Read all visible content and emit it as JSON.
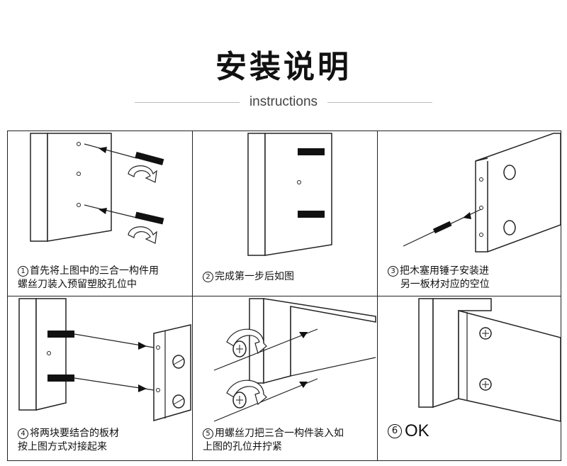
{
  "header": {
    "title": "安装说明",
    "subtitle": "instructions"
  },
  "steps": [
    {
      "number": "1",
      "line1": "首先将上图中的三合一构件用",
      "line2": "螺丝刀装入预留塑胶孔位中"
    },
    {
      "number": "2",
      "line1": "完成第一步后如图",
      "line2": ""
    },
    {
      "number": "3",
      "line1": "把木塞用锤子安装进",
      "line2": "另一板材对应的空位"
    },
    {
      "number": "4",
      "line1": "将两块要结合的板材",
      "line2": "按上图方式对接起来"
    },
    {
      "number": "5",
      "line1": "用螺丝刀把三合一构件装入如",
      "line2": "上图的孔位并拧紧"
    },
    {
      "number": "6",
      "line1": "OK",
      "line2": ""
    }
  ]
}
